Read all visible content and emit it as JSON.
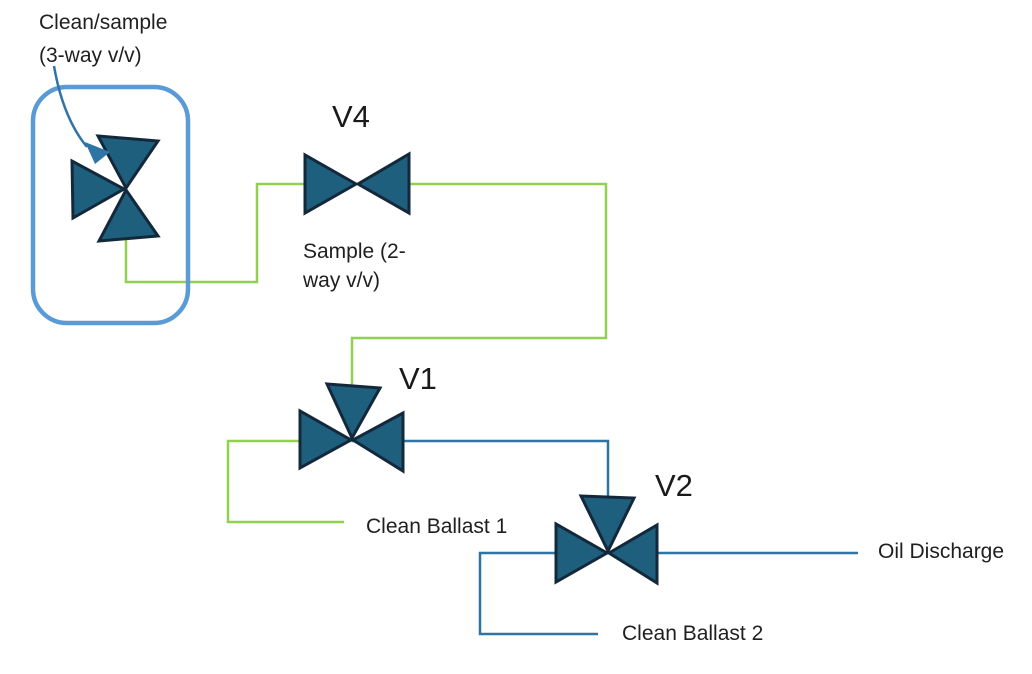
{
  "diagram": {
    "labels": {
      "clean_sample_line1": "Clean/sample",
      "clean_sample_line2": "(3-way v/v)",
      "v4": "V4",
      "sample_line1": "Sample (2-",
      "sample_line2": "way v/v)",
      "v1": "V1",
      "clean_ballast_1": "Clean Ballast 1",
      "v2": "V2",
      "oil_discharge": "Oil Discharge",
      "clean_ballast_2": "Clean Ballast 2"
    },
    "valves": [
      {
        "id": "clean-sample",
        "label": "Clean/sample (3-way v/v)"
      },
      {
        "id": "V4",
        "label": "Sample (2-way v/v)"
      },
      {
        "id": "V1",
        "label": "V1"
      },
      {
        "id": "V2",
        "label": "V2"
      }
    ],
    "colors": {
      "valve_fill": "#1E5F7E",
      "valve_outline": "#13293B",
      "green_pipe": "#92D050",
      "blue_pipe": "#2E75A6",
      "box_border": "#5B9BD5",
      "arrow": "#2E75A6",
      "text": "#1F1F1F"
    }
  }
}
